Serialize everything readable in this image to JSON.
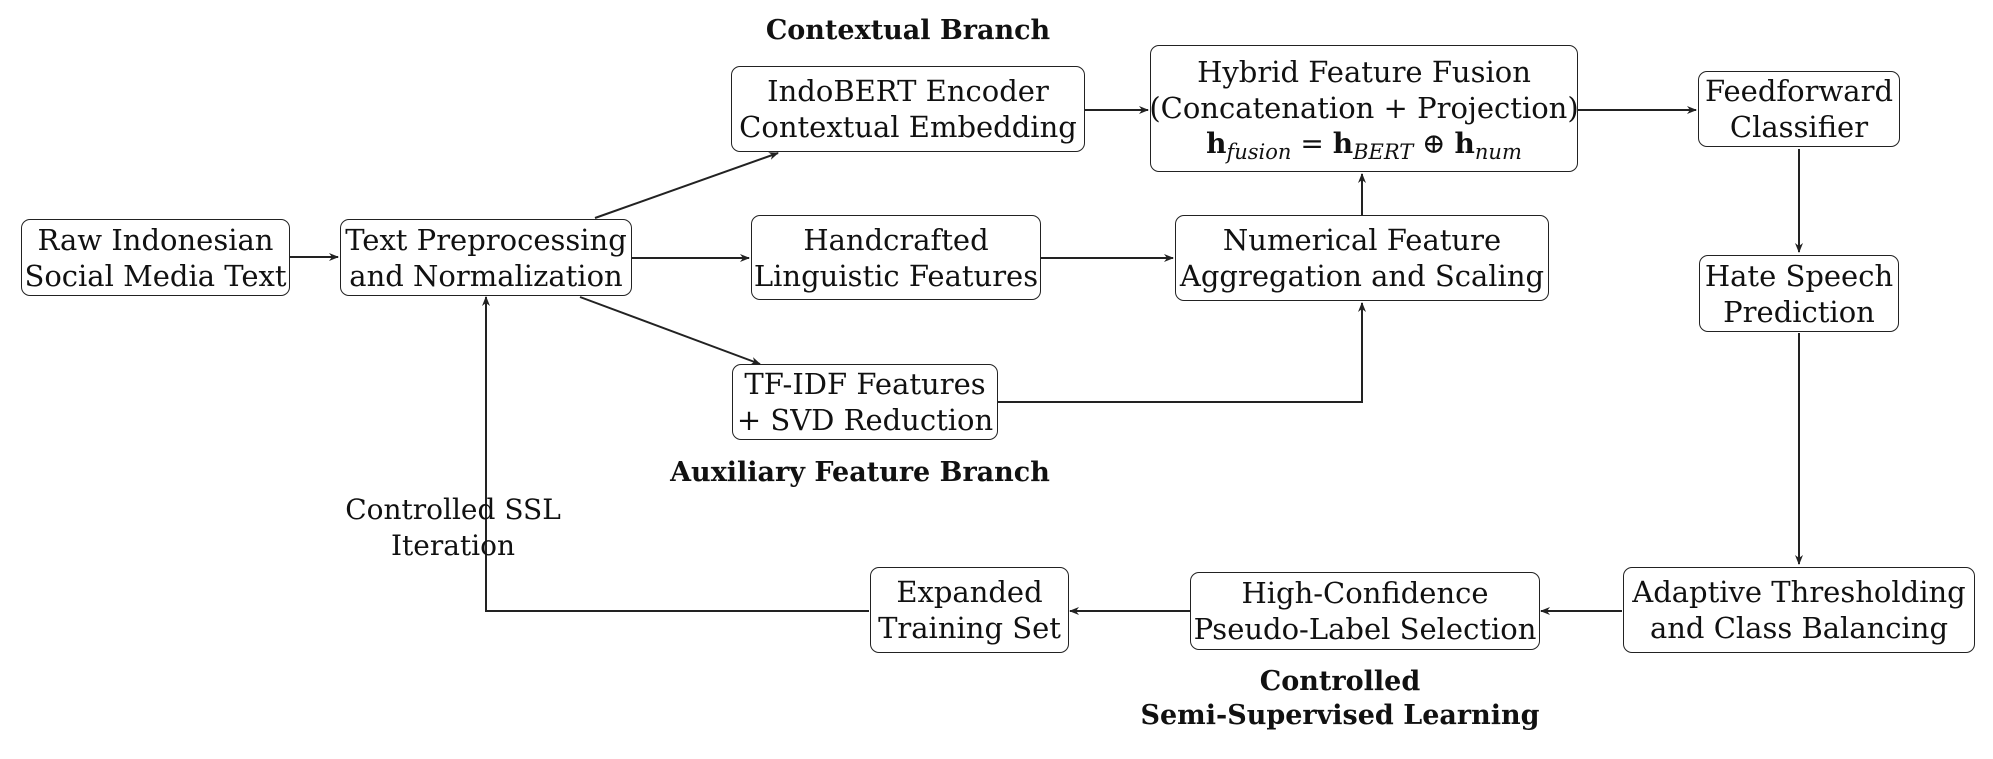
{
  "nodes": {
    "raw_text": {
      "line1": "Raw Indonesian",
      "line2": "Social Media Text"
    },
    "preprocessing": {
      "line1": "Text Preprocessing",
      "line2": "and Normalization"
    },
    "indobert": {
      "line1": "IndoBERT Encoder",
      "line2": "Contextual Embedding"
    },
    "handcrafted": {
      "line1": "Handcrafted",
      "line2": "Linguistic Features"
    },
    "tfidf": {
      "line1": "TF-IDF Features",
      "line2": "+ SVD Reduction"
    },
    "fusion": {
      "line1": "Hybrid Feature Fusion",
      "line2": "(Concatenation + Projection)",
      "formula": {
        "h1": "h",
        "sub1": "fusion",
        "eq": " = ",
        "h2": "h",
        "sub2": "BERT",
        "op": " ⊕ ",
        "h3": "h",
        "sub3": "num"
      }
    },
    "numerical": {
      "line1": "Numerical Feature",
      "line2": "Aggregation and Scaling"
    },
    "classifier": {
      "line1": "Feedforward",
      "line2": "Classifier"
    },
    "prediction": {
      "line1": "Hate Speech",
      "line2": "Prediction"
    },
    "thresholding": {
      "line1": "Adaptive Thresholding",
      "line2": "and Class Balancing"
    },
    "pseudo_label": {
      "line1": "High-Confidence",
      "line2": "Pseudo-Label Selection"
    },
    "expanded": {
      "line1": "Expanded",
      "line2": "Training Set"
    }
  },
  "headings": {
    "contextual": "Contextual Branch",
    "auxiliary": "Auxiliary Feature Branch",
    "ssl_line1": "Controlled",
    "ssl_line2": "Semi-Supervised Learning"
  },
  "loop_label": {
    "line1": "Controlled SSL",
    "line2": "Iteration"
  },
  "colors": {
    "stroke": "#222222",
    "text": "#111111",
    "background": "#ffffff"
  }
}
